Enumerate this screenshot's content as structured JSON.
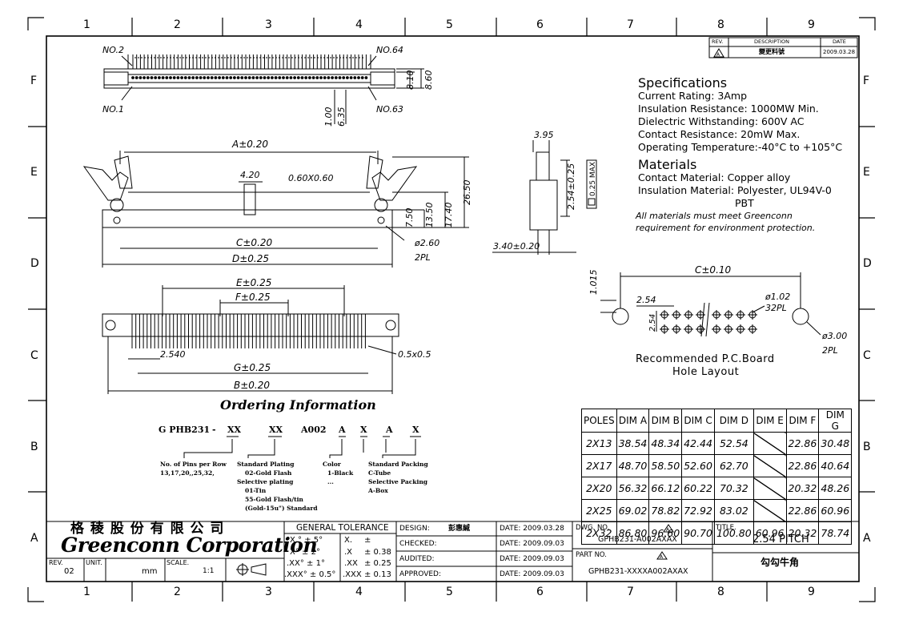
{
  "border": {
    "columns": [
      "1",
      "2",
      "3",
      "4",
      "5",
      "6",
      "7",
      "8",
      "9"
    ],
    "rows": [
      "F",
      "E",
      "D",
      "C",
      "B",
      "A"
    ]
  },
  "revision_table": {
    "headers": [
      "REV.",
      "DESCRIPTION",
      "DATE"
    ],
    "rev": "A",
    "description": "變更料號",
    "date": "2009.03.28"
  },
  "top_view": {
    "labels": [
      "NO.2",
      "NO.64",
      "NO.1",
      "NO.63"
    ],
    "dims": [
      "8.10",
      "8.60",
      "1.00",
      "6.35"
    ]
  },
  "front_view": {
    "dims": [
      "A±0.20",
      "4.20",
      "0.60X0.60",
      "C±0.20",
      "D±0.25",
      "7.50",
      "13.50",
      "17.40",
      "26.50",
      "ø2.60",
      "2PL"
    ]
  },
  "side_view": {
    "dims": [
      "3.95",
      "2.54±0.25",
      "0.25 MAX",
      "3.40±0.20"
    ]
  },
  "bottom_view": {
    "dims": [
      "E±0.25",
      "F±0.25",
      "2.540",
      "0.5x0.5",
      "G±0.25",
      "B±0.20"
    ]
  },
  "specifications": {
    "title": "Specifications",
    "lines": [
      "Current Rating:   3Amp",
      "Insulation Resistance:   1000MW Min.",
      "Dielectric Withstanding:   600V AC",
      "Contact Resistance:   20mW Max.",
      "Operating Temperature:-40°C to +105°C"
    ],
    "materials_title": "Materials",
    "materials": [
      "Contact Material: Copper alloy",
      "Insulation Material: Polyester, UL94V-0"
    ],
    "materials_cont": "PBT",
    "note": [
      "All materials must meet Greenconn",
      "requirement for environment protection."
    ]
  },
  "pcb_layout": {
    "dims": [
      "C±0.10",
      "1.015",
      "2.54",
      "2.54",
      "ø1.02",
      "32PL",
      "ø3.00",
      "2PL"
    ],
    "caption": [
      "Recommended  P.C.Board",
      "Hole  Layout"
    ]
  },
  "ordering": {
    "title": "Ordering Information",
    "code": [
      "G PHB231",
      "-",
      "XX",
      "XX",
      "A002",
      "A",
      "X",
      "A",
      "X"
    ],
    "notes": [
      [
        "No. of Pins per Row",
        "13,17,20,,25,32,"
      ],
      [
        "Standard Plating",
        "02-Gold Flash",
        "Selective plating",
        "01-Tin",
        "55-Gold Flash/tin",
        "(Gold-15u\") Standard"
      ],
      [
        "Color",
        "1-Black",
        "..."
      ],
      [
        "Standard Packing",
        "C-Tube",
        "Selective Packing",
        "A-Box"
      ]
    ]
  },
  "dim_table": {
    "headers": [
      "POLES",
      "DIM A",
      "DIM B",
      "DIM C",
      "DIM D",
      "DIM E",
      "DIM F",
      "DIM G"
    ],
    "rows": [
      [
        "2X13",
        "38.54",
        "48.34",
        "42.44",
        "52.54",
        "",
        "22.86",
        "30.48"
      ],
      [
        "2X17",
        "48.70",
        "58.50",
        "52.60",
        "62.70",
        "",
        "22.86",
        "40.64"
      ],
      [
        "2X20",
        "56.32",
        "66.12",
        "60.22",
        "70.32",
        "",
        "20.32",
        "48.26"
      ],
      [
        "2X25",
        "69.02",
        "78.82",
        "72.92",
        "83.02",
        "",
        "22.86",
        "60.96"
      ],
      [
        "2X32",
        "86.80",
        "96.60",
        "90.70",
        "100.80",
        "60.96",
        "20.32",
        "78.74"
      ]
    ]
  },
  "title_block": {
    "company_cn": "格 稜 股 份 有 限 公 司",
    "company_en": "Greenconn Corporation",
    "rev_label": "REV.",
    "rev": "02",
    "unit_label": "UNIT.",
    "unit": "mm",
    "scale_label": "SCALE.",
    "scale": "1:1",
    "tolerance_title": "GENERAL TOLERANCE",
    "tolerance": [
      [
        "X.° ± 5°",
        "X.",
        "±"
      ],
      [
        "X° ± 2°",
        ".X",
        "± 0.38"
      ],
      [
        ".XX° ± 1°",
        ".XX",
        "± 0.25"
      ],
      [
        ".XXX° ± 0.5°",
        ".XXX",
        "± 0.13"
      ]
    ],
    "approvals": [
      [
        "DESIGN:",
        "彭惠緘",
        "DATE: 2009.03.28"
      ],
      [
        "CHECKED:",
        "",
        "DATE: 2009.09.03"
      ],
      [
        "AUDITED:",
        "",
        "DATE: 2009.09.03"
      ],
      [
        "APPROVED:",
        "",
        "DATE: 2009.09.03"
      ]
    ],
    "dwg_label": "DWG. NO.",
    "dwg_no": "GPHB231-A002AXAX",
    "part_label": "PART NO.",
    "part_no": "GPHB231-XXXXA002AXAX",
    "rev_mark": "A",
    "title_label": "TITLE.",
    "title": "2.54  PITCH",
    "title_cn": "勾勾牛角"
  }
}
